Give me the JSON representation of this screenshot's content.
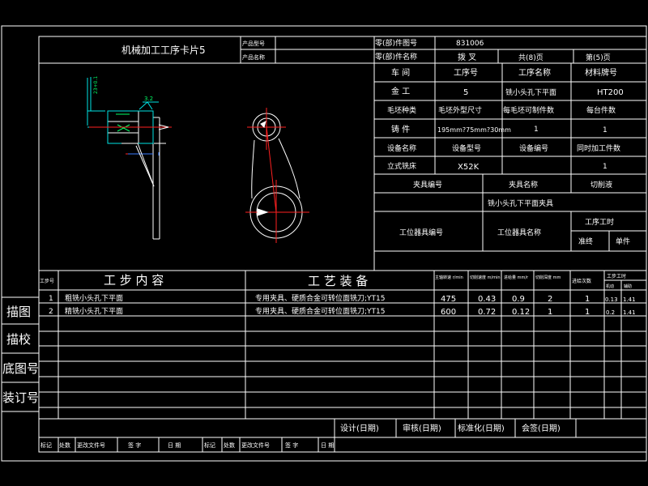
{
  "header": {
    "card_title": "机械加工工序卡片5",
    "product_model_label": "产品型号",
    "product_name_label": "产品名称",
    "part_drawing_no_label": "零(部)件图号",
    "part_drawing_no": "831006",
    "part_name_label": "零(部)件名称",
    "part_name": "拨 叉",
    "total_pages": "共(8)页",
    "page_no": "第(5)页"
  },
  "info": {
    "workshop_label": "车 间",
    "process_no_label": "工序号",
    "process_name_label": "工序名称",
    "material_label": "材料牌号",
    "workshop": "金 工",
    "process_no": "5",
    "process_name": "铣小头孔下平面",
    "material": "HT200",
    "blank_type_label": "毛坯种类",
    "blank_size_label": "毛坯外型尺寸",
    "parts_per_blank_label": "每毛坯可制件数",
    "parts_per_unit_label": "每台件数",
    "blank_type": "铸 件",
    "blank_size": "195mm?75mm?30mm",
    "parts_per_blank": "1",
    "parts_per_unit": "1",
    "equip_name_label": "设备名称",
    "equip_model_label": "设备型号",
    "equip_no_label": "设备编号",
    "simul_parts_label": "同时加工件数",
    "equip_name": "立式铣床",
    "equip_model": "X52K",
    "simul_parts": "1",
    "fixture_no_label": "夹具编号",
    "fixture_name_label": "夹具名称",
    "coolant_label": "切削液",
    "fixture_name": "铣小头孔下平面夹具",
    "station_tool_no_label": "工位器具编号",
    "station_tool_name_label": "工位器具名称",
    "process_time_label": "工序工时",
    "prep_label": "准终",
    "unit_label": "单件"
  },
  "drawing": {
    "dim_vertical": "23+0.1",
    "dim_roughness": "3.2"
  },
  "steps_header": {
    "step_no": "工步号",
    "content": "工 步 内 容",
    "equipment": "工 艺 装 备",
    "spindle_speed": "主轴转速 r/min",
    "cutting_speed": "切削速度 m/min",
    "feed": "进给量 mm/r",
    "depth": "切削深度 mm",
    "passes": "进给次数",
    "time": "工步工时",
    "time_machine": "机动",
    "time_aux": "辅助"
  },
  "steps": [
    {
      "no": "1",
      "content": "粗铣小头孔下平面",
      "equipment": "专用夹具、硬质合金可转位面铣刀;YT15",
      "speed": "475",
      "vc": "0.43",
      "feed": "0.9",
      "depth": "2",
      "passes": "1",
      "t1": "0.13",
      "t2": "1.41"
    },
    {
      "no": "2",
      "content": "精铣小头孔下平面",
      "equipment": "专用夹具、硬质合金可转位面铣刀;YT15",
      "speed": "600",
      "vc": "0.72",
      "feed": "0.12",
      "depth": "1",
      "passes": "1",
      "t1": "0.2",
      "t2": "1.41"
    }
  ],
  "side_labels": {
    "trace": "描图",
    "check": "描校",
    "base_no": "底图号",
    "binding_no": "装订号"
  },
  "signoff": {
    "design": "设计(日期)",
    "review": "审核(日期)",
    "standard": "标准化(日期)",
    "sign": "会签(日期)"
  },
  "footer": {
    "mark": "标记",
    "count": "处数",
    "doc_no": "更改文件号",
    "signature": "签 字",
    "date": "日 期"
  },
  "colors": {
    "background": "#000000",
    "line": "#ffffff",
    "red": "#ff2020",
    "cyan": "#00e5e5",
    "green": "#00ff66",
    "blue": "#3a7bff"
  }
}
